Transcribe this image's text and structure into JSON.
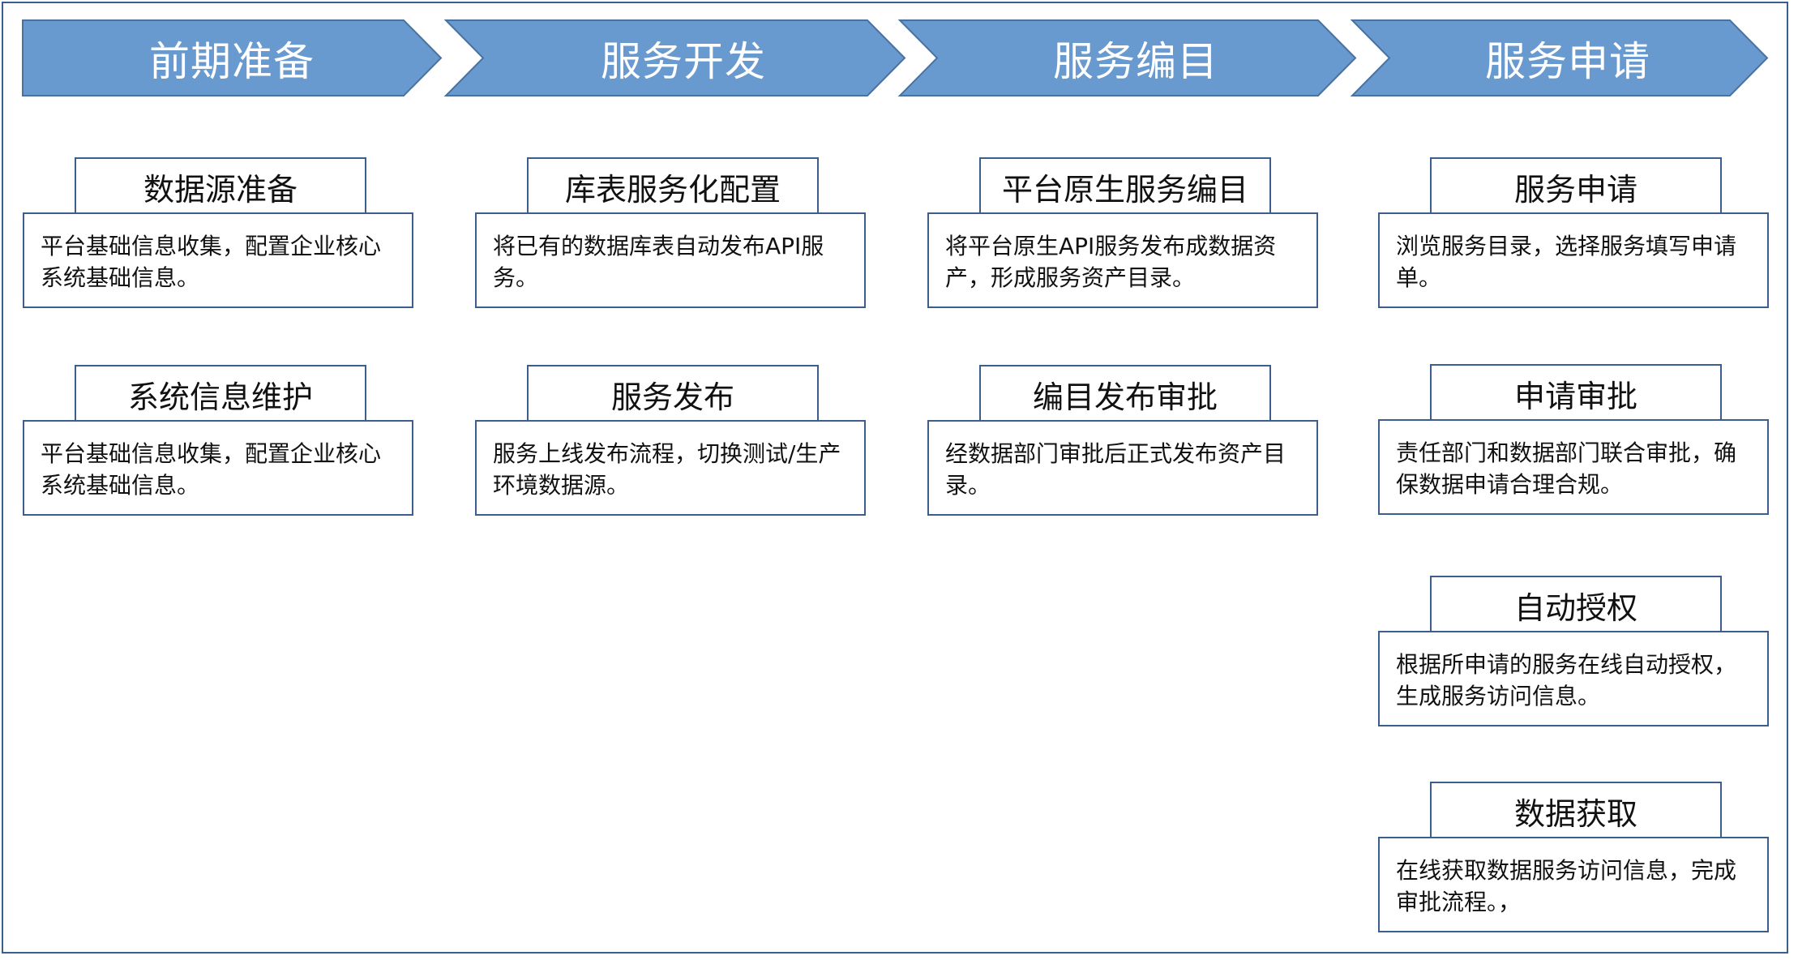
{
  "colors": {
    "chevron_fill": "#6899cf",
    "chevron_stroke": "#4a72a0",
    "border": "#3b5f8a"
  },
  "stages": [
    {
      "label": "前期准备"
    },
    {
      "label": "服务开发"
    },
    {
      "label": "服务编目"
    },
    {
      "label": "服务申请"
    }
  ],
  "columns": [
    {
      "cards": [
        {
          "title": "数据源准备",
          "text": "平台基础信息收集，配置企业核心系统基础信息。"
        },
        {
          "title": "系统信息维护",
          "text": "平台基础信息收集，配置企业核心系统基础信息。"
        }
      ]
    },
    {
      "cards": [
        {
          "title": "库表服务化配置",
          "text": "将已有的数据库表自动发布API服务。"
        },
        {
          "title": "服务发布",
          "text": "服务上线发布流程，切换测试/生产环境数据源。"
        }
      ]
    },
    {
      "cards": [
        {
          "title": "平台原生服务编目",
          "text": "将平台原生API服务发布成数据资产，形成服务资产目录。"
        },
        {
          "title": "编目发布审批",
          "text": "经数据部门审批后正式发布资产目录。"
        }
      ]
    },
    {
      "cards": [
        {
          "title": "服务申请",
          "text": "浏览服务目录，选择服务填写申请单。"
        },
        {
          "title": "申请审批",
          "text": "责任部门和数据部门联合审批，确保数据申请合理合规。"
        },
        {
          "title": "自动授权",
          "text": "根据所申请的服务在线自动授权，生成服务访问信息。"
        },
        {
          "title": "数据获取",
          "text": "在线获取数据服务访问信息，完成审批流程。，"
        }
      ]
    }
  ]
}
